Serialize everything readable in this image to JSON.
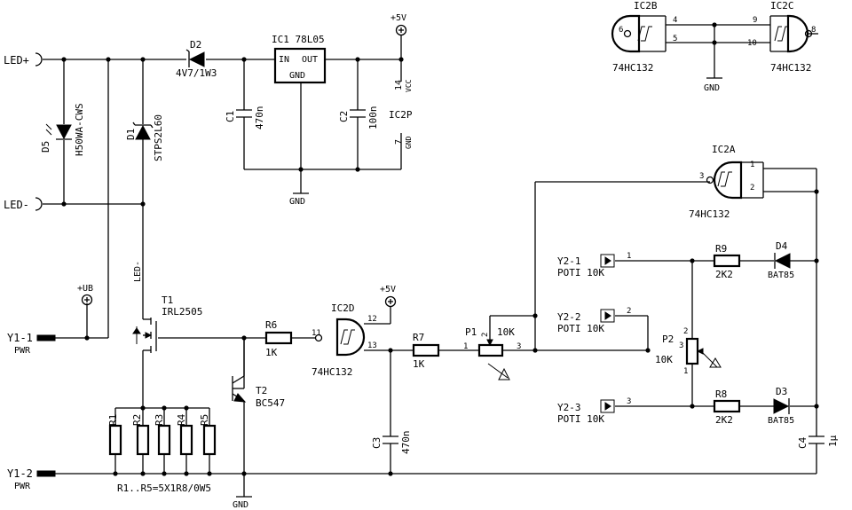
{
  "connectors": {
    "led_plus": "LED+",
    "led_minus": "LED-",
    "y1_1": "Y1-1",
    "y1_2": "Y1-2",
    "pwr": "PWR",
    "y2_1": "Y2-1",
    "y2_2": "Y2-2",
    "y2_3": "Y2-3",
    "poti": "POTI 10K"
  },
  "components": {
    "d1": "D1",
    "d1_val": "STPS2L60",
    "d2": "D2",
    "d2_val": "4V7/1W3",
    "d3": "D3",
    "d3_val": "BAT85",
    "d4": "D4",
    "d4_val": "BAT85",
    "d5": "D5",
    "d5_val": "H50WA-CWS",
    "ic1": "IC1  78L05",
    "ic1_in": "IN",
    "ic1_out": "OUT",
    "ic1_gnd": "GND",
    "c1": "C1",
    "c1_val": "470n",
    "c2": "C2",
    "c2_val": "100n",
    "c3": "C3",
    "c3_val": "470n",
    "c4": "C4",
    "c4_val": "1μ",
    "ic2p": "IC2P",
    "vcc": "VCC",
    "gnd_small": "GND",
    "pin14": "14",
    "pin7": "7",
    "ic2a": "IC2A",
    "ic2b": "IC2B",
    "ic2c": "IC2C",
    "ic2d": "IC2D",
    "chip": "74HC132",
    "t1": "T1",
    "t1_val": "IRL2505",
    "t2": "T2",
    "t2_val": "BC547",
    "r6": "R6",
    "r6_val": "1K",
    "r7": "R7",
    "r7_val": "1K",
    "r8": "R8",
    "r8_val": "2K2",
    "r9": "R9",
    "r9_val": "2K2",
    "r1": "R1",
    "r2": "R2",
    "r3": "R3",
    "r4": "R4",
    "r5": "R5",
    "r_pack": "R1..R5=5X1R8/0W5",
    "p1": "P1",
    "p1_val": "10K",
    "p2": "P2",
    "p2_val": "10K",
    "led_minus_net": "LED-"
  },
  "rails": {
    "plus5v": "+5V",
    "plus_ub": "+UB",
    "gnd": "GND"
  },
  "pins": {
    "p1": "1",
    "p2": "2",
    "p3": "3",
    "p4": "4",
    "p5": "5",
    "p6": "6",
    "p8": "8",
    "p9": "9",
    "p10": "10",
    "p11": "11",
    "p12": "12",
    "p13": "13"
  }
}
